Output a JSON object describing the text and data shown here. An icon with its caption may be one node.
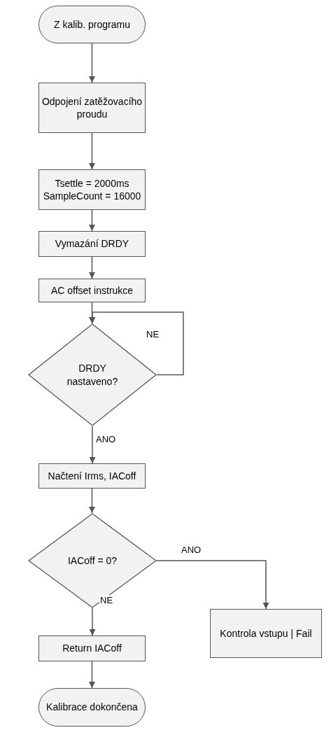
{
  "diagram": {
    "nodes": [
      {
        "text": [
          "Z kalib. programu"
        ]
      },
      {
        "text": [
          "Odpojení zatěžovacího proudu"
        ]
      },
      {
        "text": [
          "Tsettle = 2000ms",
          "SampleCount = 16000"
        ]
      },
      {
        "text": [
          "Vymazání DRDY"
        ]
      },
      {
        "text": [
          "AC offset instrukce"
        ]
      },
      {
        "text": [
          "DRDY nastaveno?"
        ]
      },
      {
        "text": [
          "Načtení Irms, IACoff"
        ]
      },
      {
        "text": [
          "IACoff = 0?"
        ]
      },
      {
        "text": [
          "Return IACoff"
        ]
      },
      {
        "text": [
          "Kalibrace dokončena"
        ]
      },
      {
        "text": [
          "Kontrola vstupu | Fail"
        ]
      }
    ],
    "edges": [
      {
        "from": 0,
        "to": 1,
        "arrow": "to"
      },
      {
        "from": 1,
        "to": 2,
        "arrow": "to"
      },
      {
        "from": 2,
        "to": 3,
        "arrow": "to"
      },
      {
        "from": 3,
        "to": 4,
        "arrow": "to"
      },
      {
        "from": 4,
        "to": 5,
        "arrow": "to"
      },
      {
        "from": 5,
        "to": 5,
        "arrow": "to",
        "label": "NE"
      },
      {
        "from": 5,
        "to": 6,
        "arrow": "to",
        "label": "ANO"
      },
      {
        "from": 6,
        "to": 7,
        "arrow": "to"
      },
      {
        "from": 7,
        "to": 10,
        "arrow": "to",
        "label": "ANO"
      },
      {
        "from": 7,
        "to": 8,
        "arrow": "to",
        "label": "NE"
      },
      {
        "from": 8,
        "to": 9,
        "arrow": "to"
      }
    ]
  }
}
